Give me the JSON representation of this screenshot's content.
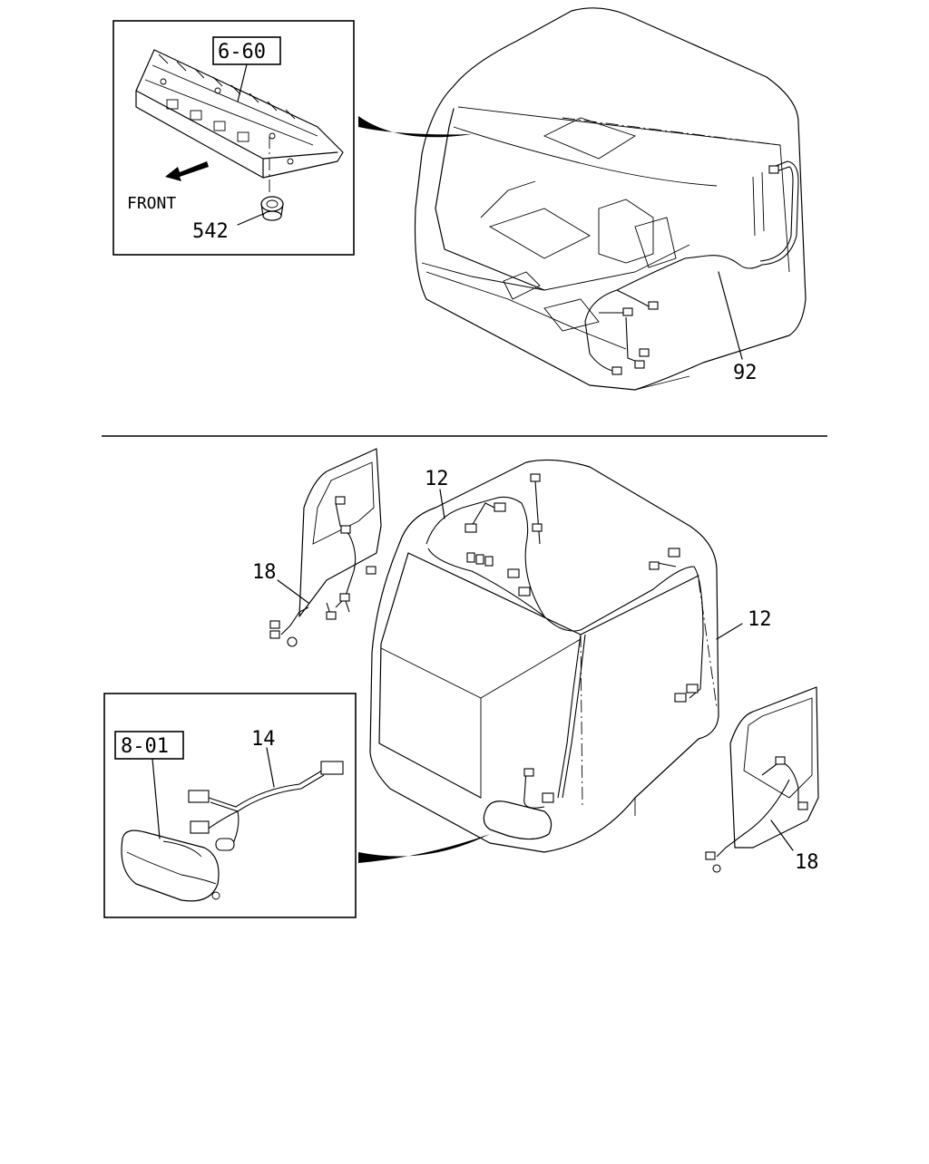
{
  "top_section": {
    "inset": {
      "ref_box_label": "6-60",
      "direction_label": "FRONT",
      "part_542": "542"
    },
    "part_92": "92"
  },
  "bottom_section": {
    "part_12_top": "12",
    "part_12_right": "12",
    "part_18_left": "18",
    "part_18_right": "18",
    "inset": {
      "ref_box_label": "8-01",
      "part_14": "14"
    }
  }
}
